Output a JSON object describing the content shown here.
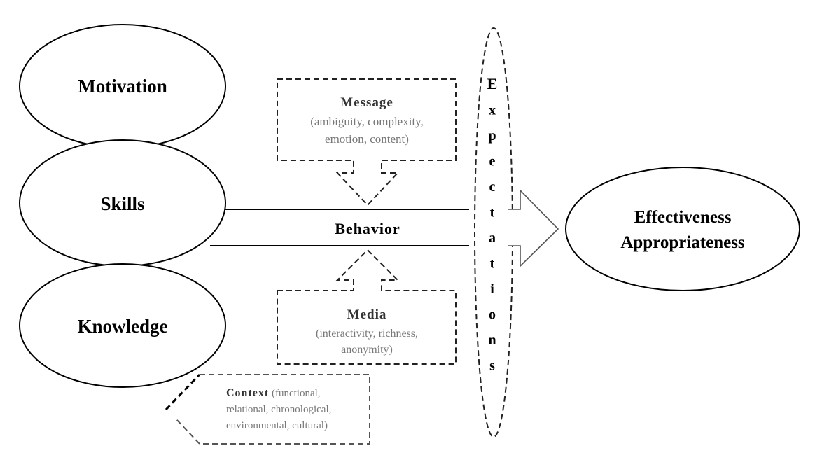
{
  "diagram": {
    "nodes": {
      "motivation": "Motivation",
      "skills": "Skills",
      "knowledge": "Knowledge",
      "outcome_line1": "Effectiveness",
      "outcome_line2": "Appropriateness"
    },
    "behavior": "Behavior",
    "expectations_letters": [
      "E",
      "x",
      "p",
      "e",
      "c",
      "t",
      "a",
      "t",
      "i",
      "o",
      "n",
      "s"
    ],
    "message": {
      "title": "Message",
      "line1": "(ambiguity, complexity,",
      "line2": "emotion, content)"
    },
    "media": {
      "title": "Media",
      "line1": "(interactivity, richness,",
      "line2": "anonymity)"
    },
    "context": {
      "title": "Context",
      "line1_rest": " (functional,",
      "line2": "relational, chronological,",
      "line3": "environmental, cultural)"
    }
  }
}
